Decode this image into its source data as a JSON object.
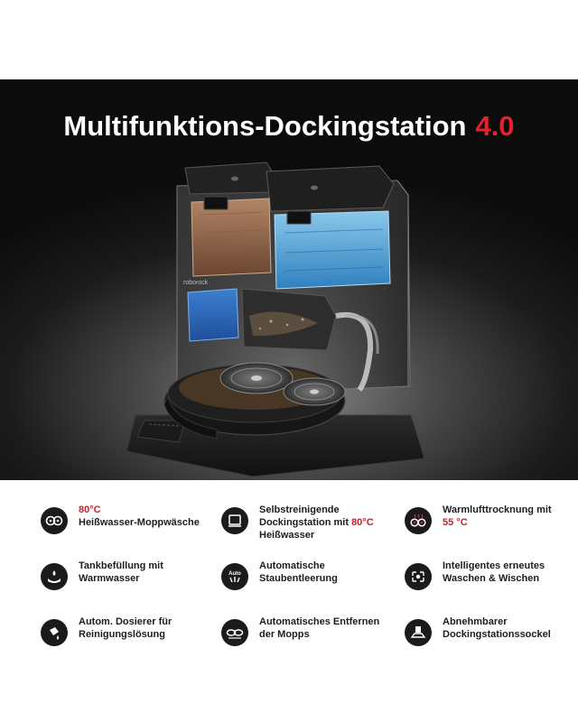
{
  "hero": {
    "title": "Multifunktions-Dockingstation",
    "title_accent": "4.0",
    "brand_mark": "roborock",
    "colors": {
      "accent": "#e3222c",
      "background": "#1b1b1b"
    }
  },
  "features": [
    {
      "icon": "wash-icon",
      "lines": [
        [
          "80°C",
          ""
        ],
        [
          "Heißwasser-Moppwäsche"
        ]
      ]
    },
    {
      "icon": "dock-icon",
      "lines": [
        [
          "Selbstreinigende"
        ],
        [
          "Dockingstation mit ",
          "80°C"
        ],
        [
          "Heißwasser"
        ]
      ]
    },
    {
      "icon": "dryer-icon",
      "lines": [
        [
          "Warmlufttrocknung mit"
        ],
        [
          "55 °C"
        ]
      ]
    },
    {
      "icon": "water-tank-icon",
      "lines": [
        [
          "Tankbefüllung mit"
        ],
        [
          "Warmwasser"
        ]
      ]
    },
    {
      "icon": "auto-empty-icon",
      "lines": [
        [
          "Automatische"
        ],
        [
          "Staubentleerung"
        ]
      ]
    },
    {
      "icon": "rewash-icon",
      "lines": [
        [
          "Intelligentes erneutes"
        ],
        [
          "Waschen & Wischen"
        ]
      ]
    },
    {
      "icon": "detergent-icon",
      "lines": [
        [
          "Autom. Dosierer für"
        ],
        [
          "Reinigungslösung"
        ]
      ]
    },
    {
      "icon": "mop-detach-icon",
      "lines": [
        [
          "Automatisches Entfernen"
        ],
        [
          "der Mopps"
        ]
      ]
    },
    {
      "icon": "base-icon",
      "lines": [
        [
          "Abnehmbarer"
        ],
        [
          "Dockingstationssockel"
        ]
      ]
    }
  ],
  "feature_text": {
    "f0_l0": "80°C",
    "f0_l1": "Heißwasser-Moppwäsche",
    "f1_l0": "Selbstreinigende",
    "f1_l1a": "Dockingstation mit ",
    "f1_l1b": "80°C",
    "f1_l2": "Heißwasser",
    "f2_l0": "Warmlufttrocknung mit",
    "f2_l1": "55 °C",
    "f3_l0": "Tankbefüllung mit",
    "f3_l1": "Warmwasser",
    "f4_l0": "Automatische",
    "f4_l1": "Staubentleerung",
    "f5_l0": "Intelligentes erneutes",
    "f5_l1": "Waschen & Wischen",
    "f6_l0": "Autom. Dosierer für",
    "f6_l1": "Reinigungslösung",
    "f7_l0": "Automatisches Entfernen",
    "f7_l1": "der Mopps",
    "f8_l0": "Abnehmbarer",
    "f8_l1": "Dockingstationssockel"
  },
  "icon_labels": {
    "auto": "Auto"
  }
}
